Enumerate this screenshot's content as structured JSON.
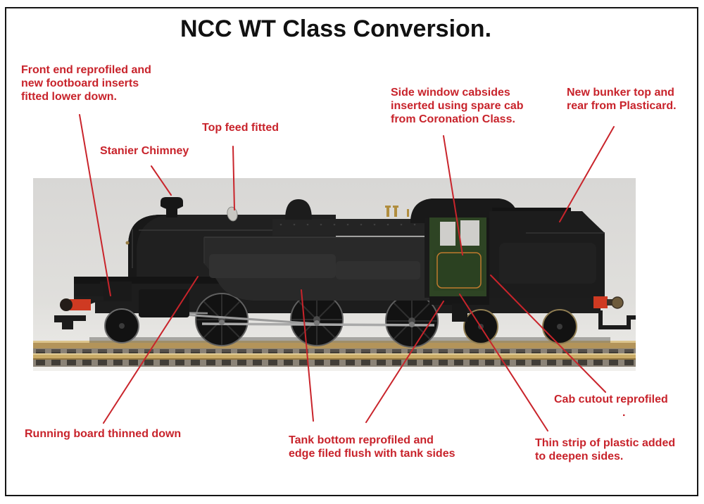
{
  "title": "NCC WT Class Conversion.",
  "annotations": {
    "front_end": "Front end reprofiled and\nnew footboard inserts\nfitted lower down.",
    "stanier_chimney": "Stanier Chimney",
    "top_feed": "Top feed fitted",
    "side_window": "Side window cabsides\ninserted using spare cab\nfrom Coronation Class.",
    "new_bunker": "New bunker top and\nrear from Plasticard.",
    "running_board": "Running board thinned down",
    "tank_bottom": "Tank bottom reprofiled and\nedge filed flush with tank sides",
    "cab_cutout": "Cab cutout reprofiled",
    "cab_cutout_period": ".",
    "thin_strip": "Thin strip of plastic added\nto deepen sides."
  },
  "colors": {
    "annotation_red": "#c8232b",
    "title_black": "#111111",
    "loco_black": "#1f1f1f",
    "cab_green": "#2e4424",
    "cab_lining_orange": "#bf7a2e",
    "buffer_red": "#cf3a22",
    "rail_brass": "#c9ab67",
    "photo_background": "#d8d7d5"
  }
}
